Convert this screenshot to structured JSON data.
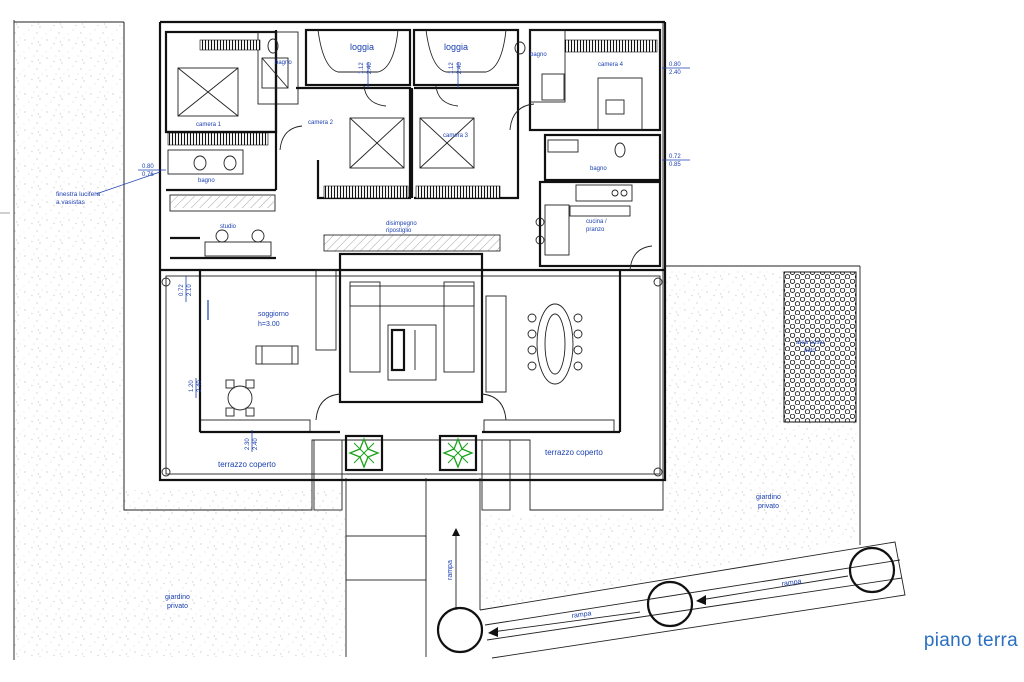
{
  "title": "piano terra",
  "rooms": {
    "loggia_left": "loggia",
    "loggia_right": "loggia",
    "bagno_top_left": "bagno",
    "bagno_top_right": "bagno",
    "camera1": "camera 1",
    "camera2": "camera 2",
    "camera3": "camera 3",
    "camera4": "camera 4",
    "bagno_left": "bagno",
    "bagno_right": "bagno",
    "studio": "studio",
    "disimpegno": "disimpegno",
    "ripostiglio": "ripostiglio",
    "cucina_1": "cucina /",
    "cucina_2": "pranzo",
    "soggiorno": "soggiorno",
    "soggiorno_h": "h=3.00",
    "terrazzo_left": "terrazzo coperto",
    "terrazzo_right": "terrazzo coperto",
    "giardino_left_1": "giardino",
    "giardino_left_2": "privato",
    "giardino_right_1": "giardino",
    "giardino_right_2": "privato",
    "rampa_vertical": "rampa",
    "rampa_lower": "rampa",
    "rampa_upper": "rampa",
    "finestra_1": "finestra lucifera",
    "finestra_2": "a vasistas",
    "pergola_1": "area posto",
    "pergola_2": "auto"
  },
  "dimensions": {
    "loggia_l_top": "1.12",
    "loggia_l_bot": "2.40",
    "loggia_r_top": "1.12",
    "loggia_r_bot": "2.40",
    "camera4_top": "0.80",
    "camera4_bot": "2.40",
    "bagno_r_top": "0.72",
    "bagno_r_bot": "0.85",
    "bagno_l_top": "0.80",
    "bagno_l_bot": "0.76",
    "west_top": "0.72",
    "west_bot": "2.10",
    "table_top": "1.20",
    "table_bot": "2.40",
    "terr_top": "2.30",
    "terr_bot": "2.40"
  },
  "colors": {
    "label": "#1a3fb0",
    "title": "#2a6fc0",
    "wall": "#111111",
    "plant": "#1aa31a"
  }
}
